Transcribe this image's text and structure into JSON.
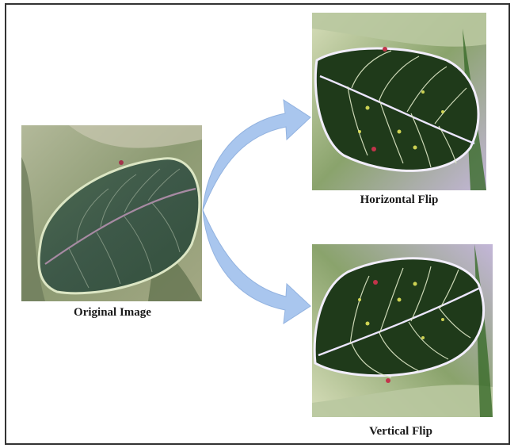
{
  "figure": {
    "original_caption": "Original Image",
    "horizontal_caption": "Horizontal Flip",
    "vertical_caption": "Vertical Flip",
    "arrow_color": "#a9c6ee",
    "original_palette": {
      "bg": "#9fa98a",
      "leaf": "#3f5c45",
      "vein": "#a488a0",
      "edge": "#dfe8c8"
    },
    "augmented_palette": {
      "bg": "#c9d3a6",
      "leaf": "#1f3a18",
      "vein": "#e9e2ff",
      "edge": "#f5f0ff"
    }
  }
}
